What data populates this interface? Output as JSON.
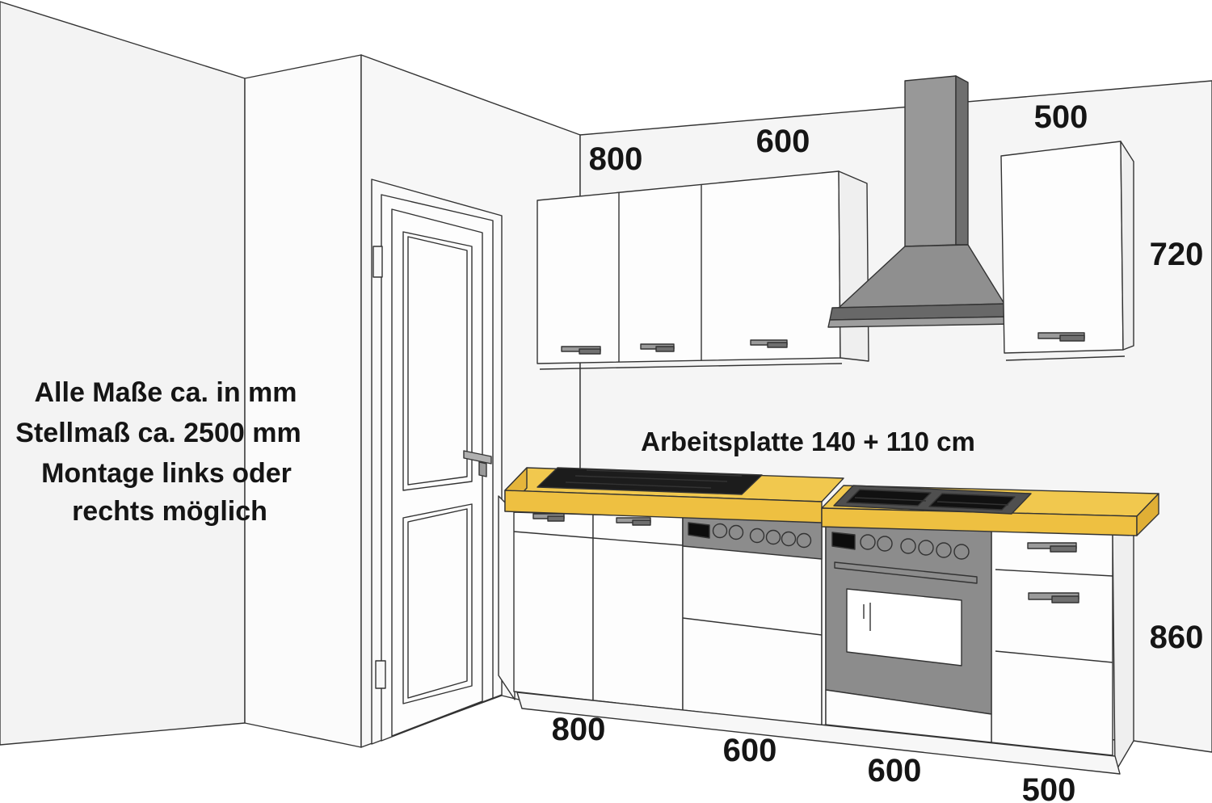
{
  "note": {
    "line1": "Alle Maße ca. in mm",
    "line2": "Stellmaß ca. 2500 mm",
    "line3": "Montage links oder",
    "line4": "rechts möglich"
  },
  "worktop_label": "Arbeitsplatte 140 + 110 cm",
  "dims": {
    "top_wall_cabinet_left": "800",
    "top_wall_cabinet_mid": "600",
    "top_wall_cabinet_right": "500",
    "wall_cabinet_height": "720",
    "base_cabinet_height": "860",
    "bottom_base_1": "800",
    "bottom_base_2": "600",
    "bottom_base_3": "600",
    "bottom_base_4": "500"
  },
  "colors": {
    "worktop_yellow": "#F1C84E",
    "appliance_gray": "#8C8C8C",
    "hood_gray": "#989898",
    "wall": "#F5F5F5",
    "line": "#333333",
    "cooktop_dark": "#1C1C1C"
  }
}
